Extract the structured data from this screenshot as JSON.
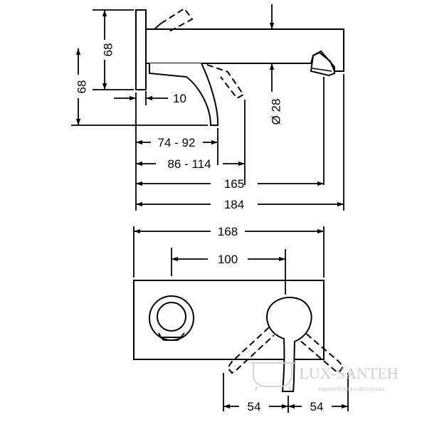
{
  "side_view": {
    "dim_height_upper": "68",
    "dim_height_total": "68",
    "dim_plate_depth": "10",
    "dim_spout_diameter": "Ø 28",
    "dim_lever_range_1": "74 - 92",
    "dim_lever_range_2": "86 - 114",
    "dim_spout_projection": "165",
    "dim_total_projection": "184"
  },
  "front_view": {
    "dim_plate_width": "168",
    "dim_axis_distance": "100",
    "dim_lever_swing_left": "54",
    "dim_lever_swing_right": "54"
  },
  "watermark": {
    "brand": "LUX-SANTEH",
    "tagline": "европейская сантехника"
  }
}
